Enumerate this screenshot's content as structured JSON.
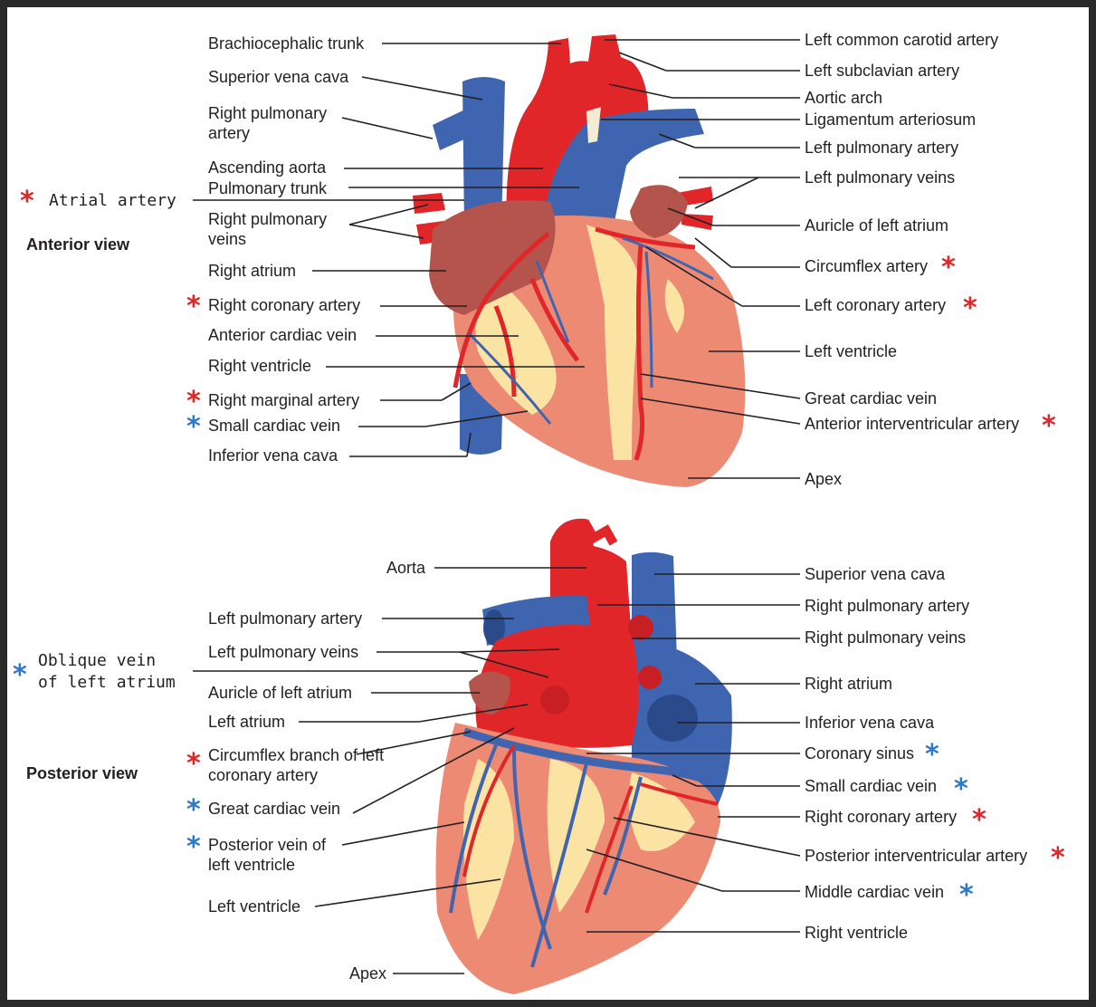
{
  "colors": {
    "artery": "#e1262a",
    "vein": "#3f65b0",
    "muscle": "#ec8a74",
    "fat": "#fbe3a3",
    "atrium": "#b4544d",
    "marker_artery": "#e1262a",
    "marker_vein": "#2f78c8"
  },
  "markers": {
    "artery": "*",
    "vein": "*"
  },
  "anterior": {
    "view_title": "Anterior view",
    "note_atrial_artery": "Atrial artery",
    "labels": {
      "brachiocephalic_trunk": "Brachiocephalic trunk",
      "superior_vena_cava": "Superior vena cava",
      "right_pulmonary_artery": "Right pulmonary artery",
      "ascending_aorta": "Ascending aorta",
      "pulmonary_trunk": "Pulmonary trunk",
      "right_pulmonary_veins": "Right pulmonary veins",
      "right_atrium": "Right atrium",
      "right_coronary_artery": "Right coronary artery",
      "anterior_cardiac_vein": "Anterior cardiac vein",
      "right_ventricle": "Right ventricle",
      "right_marginal_artery": "Right marginal artery",
      "small_cardiac_vein": "Small cardiac vein",
      "inferior_vena_cava": "Inferior vena cava",
      "left_common_carotid_artery": "Left common carotid artery",
      "left_subclavian_artery": "Left subclavian artery",
      "aortic_arch": "Aortic arch",
      "ligamentum_arteriosum": "Ligamentum arteriosum",
      "left_pulmonary_artery": "Left pulmonary artery",
      "left_pulmonary_veins": "Left pulmonary veins",
      "auricle_of_left_atrium": "Auricle of left atrium",
      "circumflex_artery": "Circumflex artery",
      "left_coronary_artery": "Left coronary artery",
      "left_ventricle": "Left ventricle",
      "great_cardiac_vein": "Great cardiac vein",
      "anterior_interventricular_artery": "Anterior interventricular artery",
      "apex": "Apex"
    }
  },
  "posterior": {
    "view_title": "Posterior view",
    "note_oblique_vein_line1": "Oblique vein",
    "note_oblique_vein_line2": "of left atrium",
    "labels": {
      "aorta": "Aorta",
      "left_pulmonary_artery": "Left pulmonary artery",
      "left_pulmonary_veins": "Left pulmonary veins",
      "auricle_of_left_atrium": "Auricle of left atrium",
      "left_atrium": "Left atrium",
      "circumflex_branch": "Circumflex branch of left coronary artery",
      "great_cardiac_vein": "Great cardiac vein",
      "posterior_vein_of_left_ventricle": "Posterior vein of left ventricle",
      "left_ventricle": "Left ventricle",
      "apex": "Apex",
      "superior_vena_cava": "Superior vena cava",
      "right_pulmonary_artery": "Right pulmonary artery",
      "right_pulmonary_veins": "Right pulmonary veins",
      "right_atrium": "Right atrium",
      "inferior_vena_cava": "Inferior vena cava",
      "coronary_sinus": "Coronary sinus",
      "small_cardiac_vein": "Small cardiac vein",
      "right_coronary_artery": "Right coronary artery",
      "posterior_interventricular_artery": "Posterior interventricular artery",
      "middle_cardiac_vein": "Middle cardiac vein",
      "right_ventricle": "Right ventricle"
    }
  }
}
